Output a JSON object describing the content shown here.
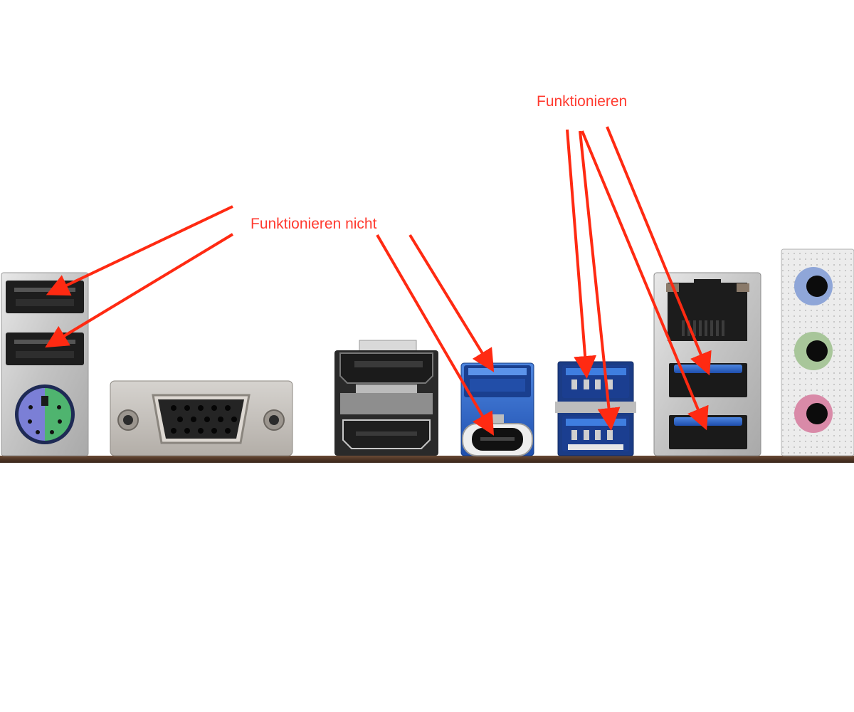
{
  "annotations": {
    "not_working": {
      "text": "Funktionieren nicht",
      "color": "#ff3b30"
    },
    "working": {
      "text": "Funktionieren",
      "color": "#ff3b30"
    }
  },
  "panel": {
    "ports": [
      {
        "name": "usb2-top",
        "type": "USB 2.0 Type-A",
        "status": "not_working"
      },
      {
        "name": "usb2-bottom",
        "type": "USB 2.0 Type-A",
        "status": "not_working"
      },
      {
        "name": "ps2-combo",
        "type": "PS/2 Keyboard/Mouse"
      },
      {
        "name": "vga",
        "type": "D-Sub VGA"
      },
      {
        "name": "displayport",
        "type": "DisplayPort"
      },
      {
        "name": "hdmi",
        "type": "HDMI"
      },
      {
        "name": "usb3-typea-single",
        "type": "USB 3.x Type-A",
        "status": "not_working"
      },
      {
        "name": "usb-typec",
        "type": "USB Type-C",
        "status": "not_working"
      },
      {
        "name": "usb3-stack-top",
        "type": "USB 3.x Type-A",
        "status": "working"
      },
      {
        "name": "usb3-stack-bottom",
        "type": "USB 3.x Type-A",
        "status": "working"
      },
      {
        "name": "rj45",
        "type": "LAN RJ-45"
      },
      {
        "name": "usb3-lan-top",
        "type": "USB 3.x Type-A",
        "status": "working"
      },
      {
        "name": "usb3-lan-bottom",
        "type": "USB 3.x Type-A",
        "status": "working"
      },
      {
        "name": "audio-line-in",
        "type": "Audio jack",
        "color": "#8fa6d8"
      },
      {
        "name": "audio-line-out",
        "type": "Audio jack",
        "color": "#a8c69a"
      },
      {
        "name": "audio-mic",
        "type": "Audio jack",
        "color": "#d98aa8"
      }
    ]
  }
}
